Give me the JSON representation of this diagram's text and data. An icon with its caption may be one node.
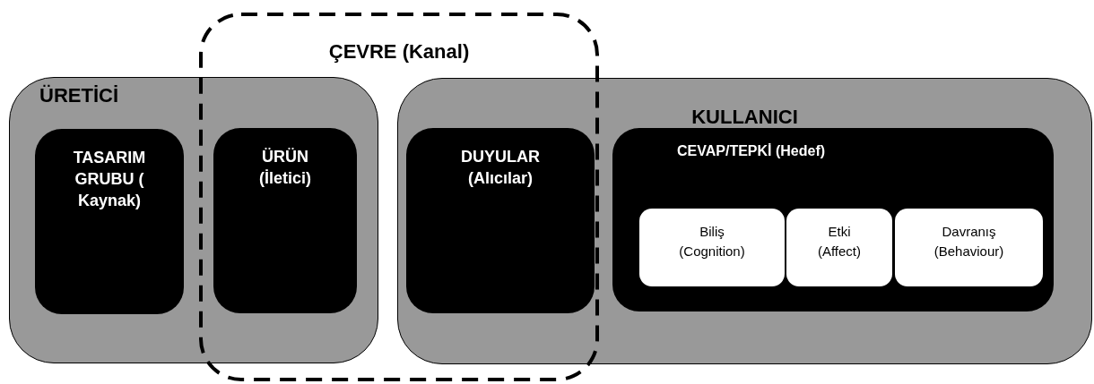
{
  "diagram": {
    "nodes": [
      {
        "text": [
          "ÇEVRE (Kanal)"
        ]
      },
      {
        "text": [
          "ÜRETİCİ"
        ]
      },
      {
        "text": [
          "TASARIM GRUBU ( Kaynak)"
        ],
        "in": 1
      },
      {
        "text": [
          "ÜRÜN (İletici)"
        ]
      },
      {
        "text": [
          "KULLANICI"
        ]
      },
      {
        "text": [
          "DUYULAR (Alıcılar)"
        ]
      },
      {
        "text": [
          "CEVAP/TEPKİ (Hedef)"
        ],
        "in": 4
      },
      {
        "text": [
          "Biliş (Cognition)"
        ],
        "in": 6
      },
      {
        "text": [
          "Etki (Affect)"
        ],
        "in": 6
      },
      {
        "text": [
          "Davranış (Behaviour)"
        ],
        "in": 6
      }
    ]
  }
}
